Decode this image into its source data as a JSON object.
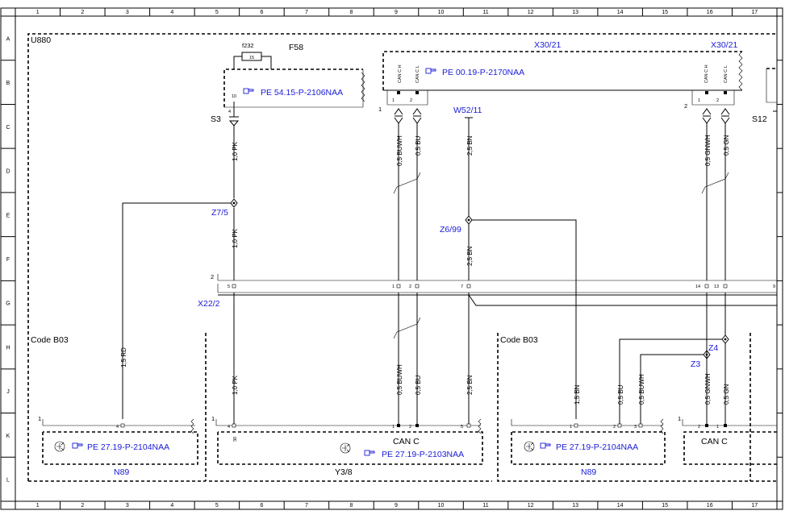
{
  "grid": {
    "columns": [
      "1",
      "2",
      "3",
      "4",
      "5",
      "6",
      "7",
      "8",
      "9",
      "10",
      "11",
      "12",
      "13",
      "14",
      "15",
      "16",
      "17"
    ],
    "rows": [
      "A",
      "B",
      "C",
      "D",
      "E",
      "F",
      "G",
      "H",
      "J",
      "K",
      "L"
    ]
  },
  "frame": {
    "label": "U880"
  },
  "fuse": {
    "id": "F58",
    "name": "f232",
    "value": "15",
    "pin_in": "10",
    "pin_out": "4",
    "pe_ref": "PE 54.15-P-2106NAA"
  },
  "connectors": {
    "x30_a": {
      "label": "X30/21",
      "pe_ref": "PE 00.19-P-2170NAA",
      "number": "1",
      "pins": [
        "1",
        "2"
      ],
      "pin_names": [
        "CAN C H",
        "CAN C L"
      ]
    },
    "x30_b": {
      "label": "X30/21",
      "number": "2",
      "pins": [
        "1",
        "2"
      ],
      "pin_names": [
        "CAN C H",
        "CAN C L"
      ]
    },
    "s3": "S3",
    "s12": "S12",
    "w52": "W52/11",
    "x22": {
      "label": "X22/2",
      "number": "2",
      "pins": [
        "5",
        "1",
        "2",
        "7",
        "14",
        "13",
        "9"
      ]
    }
  },
  "splices": {
    "z7": "Z7/5",
    "z6": "Z6/99",
    "z4": "Z4",
    "z3": "Z3"
  },
  "wires": {
    "pk1": "1,0 PK",
    "pk2": "1,0 PK",
    "pk3": "1,0 PK",
    "buwh1": "0,5 BUWH",
    "bu1": "0,5 BU",
    "bn1": "2,5 BN",
    "gnwh1": "0,5 GNWH",
    "gn1": "0,5 GN",
    "bn2": "2,5 BN",
    "rd": "1,5 RD",
    "buwh2": "0,5 BUWH",
    "bu2": "0,5 BU",
    "bn3": "2,5 BN",
    "bn4": "1,5 BN",
    "bu3": "0,5 BU",
    "buwh3": "0,5 BUWH",
    "gnwh2": "0,5 GNWH",
    "gn2": "0,5 GN"
  },
  "codes": {
    "left": "Code B03",
    "right": "Code B03"
  },
  "components": {
    "n89_left": {
      "label": "N89",
      "pe_ref": "PE 27.19-P-2104NAA",
      "number": "1",
      "pin": "4"
    },
    "y38": {
      "label": "Y3/8",
      "pe_ref": "PE 27.19-P-2103NAA",
      "bus": "CAN C",
      "number": "1",
      "pins": [
        "4",
        "1",
        "2",
        "5"
      ],
      "pin_3_label": "30"
    },
    "n89_right": {
      "label": "N89",
      "pe_ref": "PE 27.19-P-2104NAA",
      "pins": [
        "1",
        "2",
        "3"
      ]
    },
    "right_unit": {
      "bus": "CAN C",
      "number": "1",
      "pins": [
        "2",
        "1"
      ]
    }
  },
  "colors": {
    "ref_text": "#1a1ad9",
    "lines": "#000000"
  }
}
